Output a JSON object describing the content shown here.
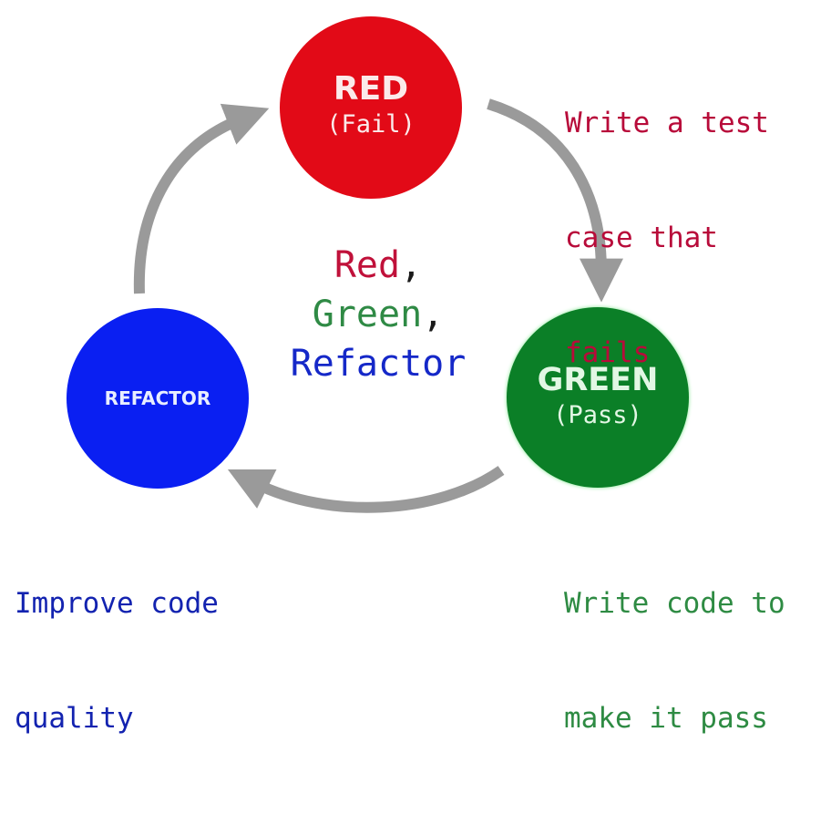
{
  "colors": {
    "red": "#e20a17",
    "green": "#0b7f27",
    "blue": "#0a1ff2",
    "arrow": "#9a9a9a",
    "red_text": "#b80b3a",
    "green_text": "#2e8b43",
    "blue_text": "#1323b0"
  },
  "nodes": {
    "red": {
      "title": "RED",
      "subtitle": "(Fail)"
    },
    "green": {
      "title": "GREEN",
      "subtitle": "(Pass)"
    },
    "refactor": {
      "title": "REFACTOR"
    }
  },
  "center": {
    "red": "Red",
    "green": "Green",
    "refactor": "Refactor",
    "comma": ","
  },
  "notes": {
    "red": [
      "Write a test",
      "case that",
      "fails"
    ],
    "green": [
      "Write code to",
      "make it pass"
    ],
    "blue": [
      "Improve code",
      "quality"
    ]
  },
  "edges": [
    {
      "from": "red",
      "to": "green"
    },
    {
      "from": "green",
      "to": "refactor"
    },
    {
      "from": "refactor",
      "to": "red"
    }
  ]
}
